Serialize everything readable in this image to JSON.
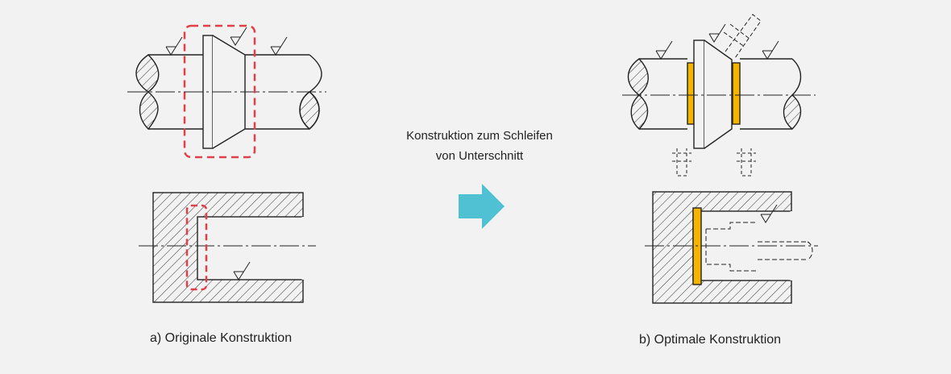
{
  "middle_caption": {
    "line1": "Konstruktion zum Schleifen",
    "line2": "von Unterschnitt"
  },
  "panel_a": {
    "caption": "a) Originale Konstruktion"
  },
  "panel_b": {
    "caption": "b) Optimale Konstruktion"
  },
  "colors": {
    "background": "#f2f2f2",
    "line": "#222222",
    "highlight_dashed": "#e0404a",
    "insert_fill": "#f5b400",
    "arrow": "#4fc1d3"
  },
  "icons": {
    "transition": "arrow-right-icon"
  }
}
